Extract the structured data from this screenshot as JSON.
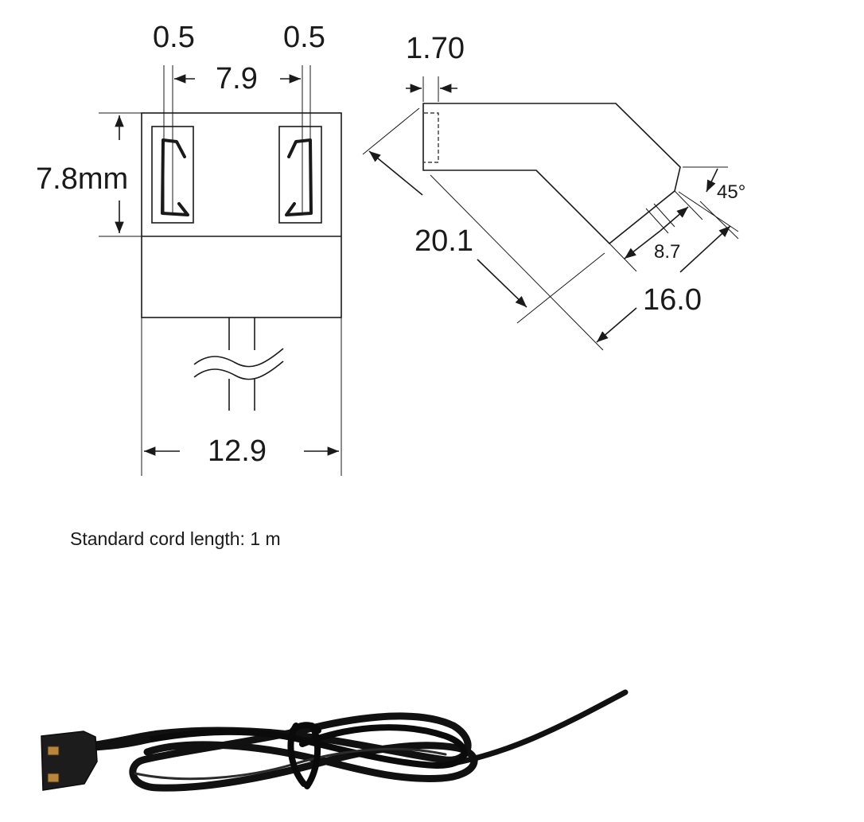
{
  "front_view": {
    "pin_width_left": "0.5",
    "pin_width_right": "0.5",
    "pin_spacing": "7.9",
    "height": "7.8mm",
    "width": "12.9"
  },
  "side_view": {
    "thickness": "1.70",
    "length": "20.1",
    "angle": "45°",
    "tip_width": "8.7",
    "depth": "16.0"
  },
  "caption": "Standard cord length: 1 m",
  "colors": {
    "line": "#1a1a1a",
    "cable": "#111111",
    "connector": "#1c1c1c",
    "pin": "#b8863a"
  }
}
